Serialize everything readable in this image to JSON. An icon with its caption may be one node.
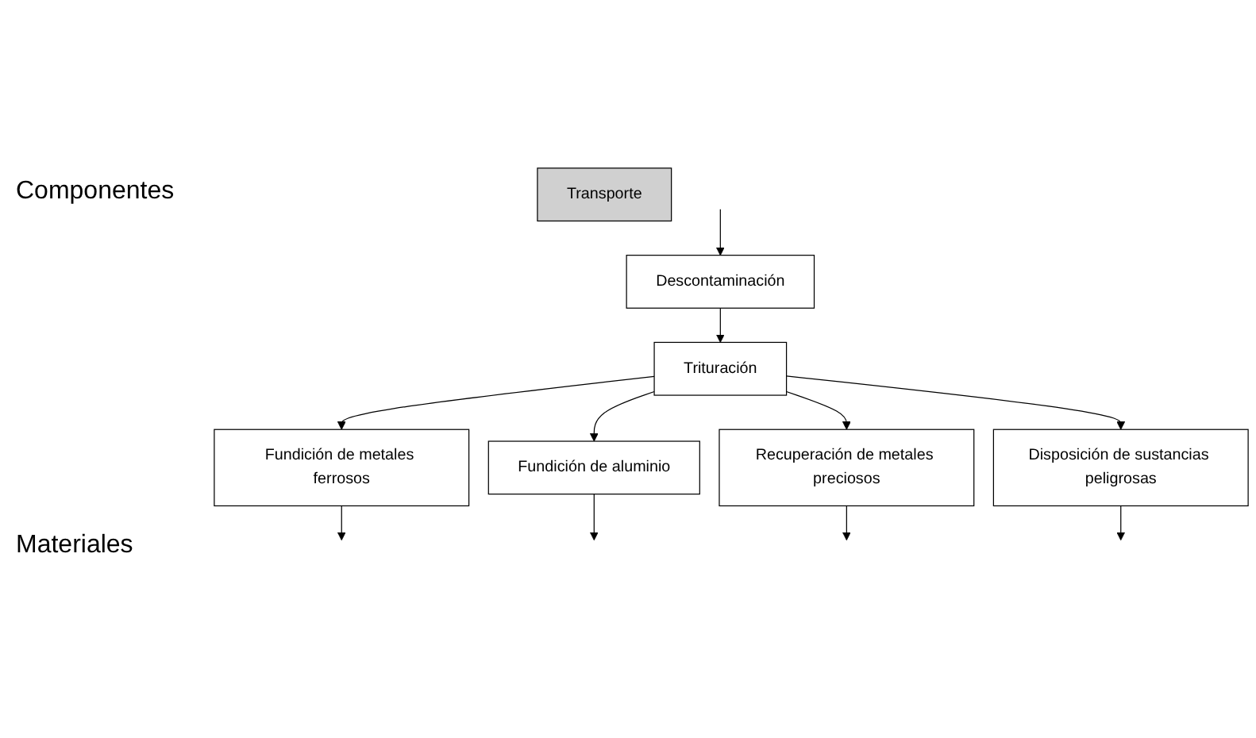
{
  "diagram": {
    "nodes": [
      {
        "text": [
          "Descontaminación"
        ]
      },
      {
        "text": [
          "Trituración"
        ]
      },
      {
        "text": [
          "Transporte"
        ]
      },
      {
        "text": [
          "Fundición de metales ferrosos"
        ]
      },
      {
        "text": [
          "Fundición de aluminio"
        ]
      },
      {
        "text": [
          "Recuperación de metales preciosos"
        ]
      },
      {
        "text": [
          "Disposición de sustancias peligrosas"
        ]
      }
    ],
    "edges": [
      {
        "from": null,
        "to": 0,
        "arrow": "to"
      },
      {
        "from": 0,
        "to": 1,
        "arrow": "to"
      },
      {
        "from": 1,
        "to": 3,
        "arrow": "to"
      },
      {
        "from": 1,
        "to": 4,
        "arrow": "to"
      },
      {
        "from": 1,
        "to": 5,
        "arrow": "to"
      },
      {
        "from": 1,
        "to": 6,
        "arrow": "to"
      },
      {
        "from": 3,
        "to": null,
        "arrow": "to"
      },
      {
        "from": 4,
        "to": null,
        "arrow": "to"
      },
      {
        "from": 5,
        "to": null,
        "arrow": "to"
      },
      {
        "from": 6,
        "to": null,
        "arrow": "to"
      }
    ],
    "labels": [
      "Componentes",
      "Materiales"
    ]
  }
}
